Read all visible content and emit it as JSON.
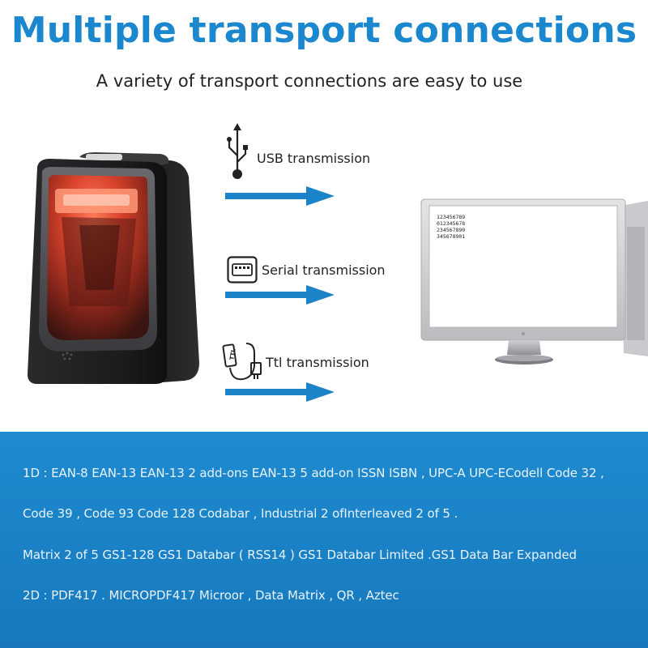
{
  "header": {
    "title": "Multiple transport connections",
    "subtitle": "A variety of transport connections are easy to use"
  },
  "connections": [
    {
      "label": "USB transmission",
      "icon": "usb-icon"
    },
    {
      "label": "Serial transmission",
      "icon": "serial-port-icon"
    },
    {
      "label": "Ttl transmission",
      "icon": "ttl-cable-icon"
    }
  ],
  "screen": {
    "lines": [
      "123456789",
      "012345678",
      "234567890",
      "345678901"
    ]
  },
  "codes": {
    "lines": [
      "1D : EAN-8 EAN-13 EAN-13 2 add-ons EAN-13 5 add-on ISSN ISBN , UPC-A UPC-ECodell Code 32 ,",
      "Code 39 , Code 93 Code 128 Codabar , Industrial 2 ofInterleaved 2 of 5 .",
      "Matrix 2 of 5 GS1-128 GS1 Databar ( RSS14 ) GS1 Databar Limited .GS1 Data Bar Expanded",
      "2D : PDF417 . MICROPDF417 Microor , Data Matrix , QR , Aztec"
    ]
  },
  "colors": {
    "title": "#1a87cf",
    "arrow": "#1b84c9",
    "band": "#1e8bd0",
    "scanner_glow": "#e8412c"
  }
}
